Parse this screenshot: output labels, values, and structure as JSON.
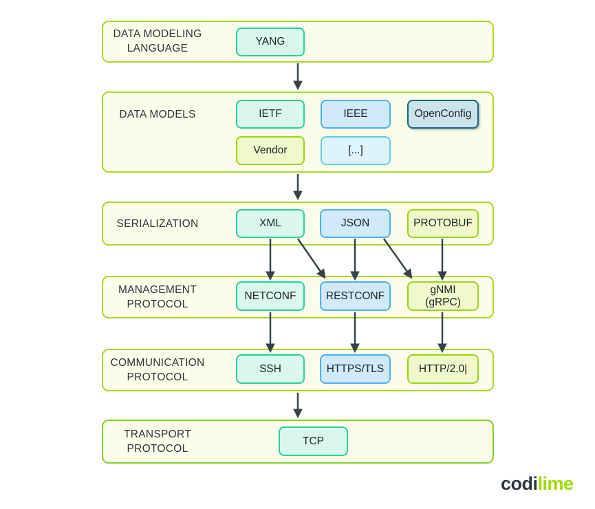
{
  "diagram": {
    "rows": [
      {
        "label": "DATA MODELING LANGUAGE",
        "boxes": [
          {
            "label": "YANG",
            "color": "teal"
          }
        ]
      },
      {
        "label": "DATA MODELS",
        "boxes": [
          {
            "label": "IETF",
            "color": "teal"
          },
          {
            "label": "IEEE",
            "color": "blue"
          },
          {
            "label": "OpenConfig",
            "color": "selected"
          },
          {
            "label": "Vendor",
            "color": "lime"
          },
          {
            "label": "[...]",
            "color": "cyan"
          }
        ]
      },
      {
        "label": "SERIALIZATION",
        "boxes": [
          {
            "label": "XML",
            "color": "teal"
          },
          {
            "label": "JSON",
            "color": "blue"
          },
          {
            "label": "PROTOBUF",
            "color": "lime"
          }
        ]
      },
      {
        "label": "MANAGEMENT PROTOCOL",
        "boxes": [
          {
            "label": "NETCONF",
            "color": "teal"
          },
          {
            "label": "RESTCONF",
            "color": "blue"
          },
          {
            "label": "gNMI\n(gRPC)",
            "color": "lime"
          }
        ]
      },
      {
        "label": "COMMUNICATION PROTOCOL",
        "boxes": [
          {
            "label": "SSH",
            "color": "teal"
          },
          {
            "label": "HTTPS/TLS",
            "color": "blue"
          },
          {
            "label": "HTTP/2.0|",
            "color": "lime"
          }
        ]
      },
      {
        "label": "TRANSPORT PROTOCOL",
        "boxes": [
          {
            "label": "TCP",
            "color": "teal"
          }
        ]
      }
    ],
    "connections": [
      {
        "from": "YANG",
        "to": "DATA MODELS"
      },
      {
        "from": "DATA MODELS",
        "to": "SERIALIZATION"
      },
      {
        "from": "XML",
        "to": "NETCONF"
      },
      {
        "from": "XML",
        "to": "RESTCONF"
      },
      {
        "from": "JSON",
        "to": "RESTCONF"
      },
      {
        "from": "JSON",
        "to": "gNMI (gRPC)"
      },
      {
        "from": "PROTOBUF",
        "to": "gNMI (gRPC)"
      },
      {
        "from": "NETCONF",
        "to": "SSH"
      },
      {
        "from": "RESTCONF",
        "to": "HTTPS/TLS"
      },
      {
        "from": "gNMI (gRPC)",
        "to": "HTTP/2.0"
      },
      {
        "from": "SSH",
        "to": "TCP"
      }
    ]
  },
  "colors": {
    "row_fill": "#fbfdea",
    "row_border": "#a9d728",
    "row_border_bright": "#7fd02c",
    "teal_fill": "#d9f7ec",
    "teal_border": "#27cf9d",
    "blue_fill": "#d0e9fb",
    "blue_border": "#4fb0f0",
    "cyan_fill": "#dcf4fa",
    "cyan_border": "#62cbe8",
    "lime_fill": "#eff9cb",
    "lime_border": "#97d60e",
    "openconfig_fill": "#cbe3ea",
    "openconfig_border": "#17657a",
    "arrow": "#37424a",
    "text": "#2e3338",
    "logo_dark": "#2b3640",
    "logo_lime": "#9edb00"
  },
  "logo": {
    "part1": "codi",
    "part2": "lime"
  }
}
